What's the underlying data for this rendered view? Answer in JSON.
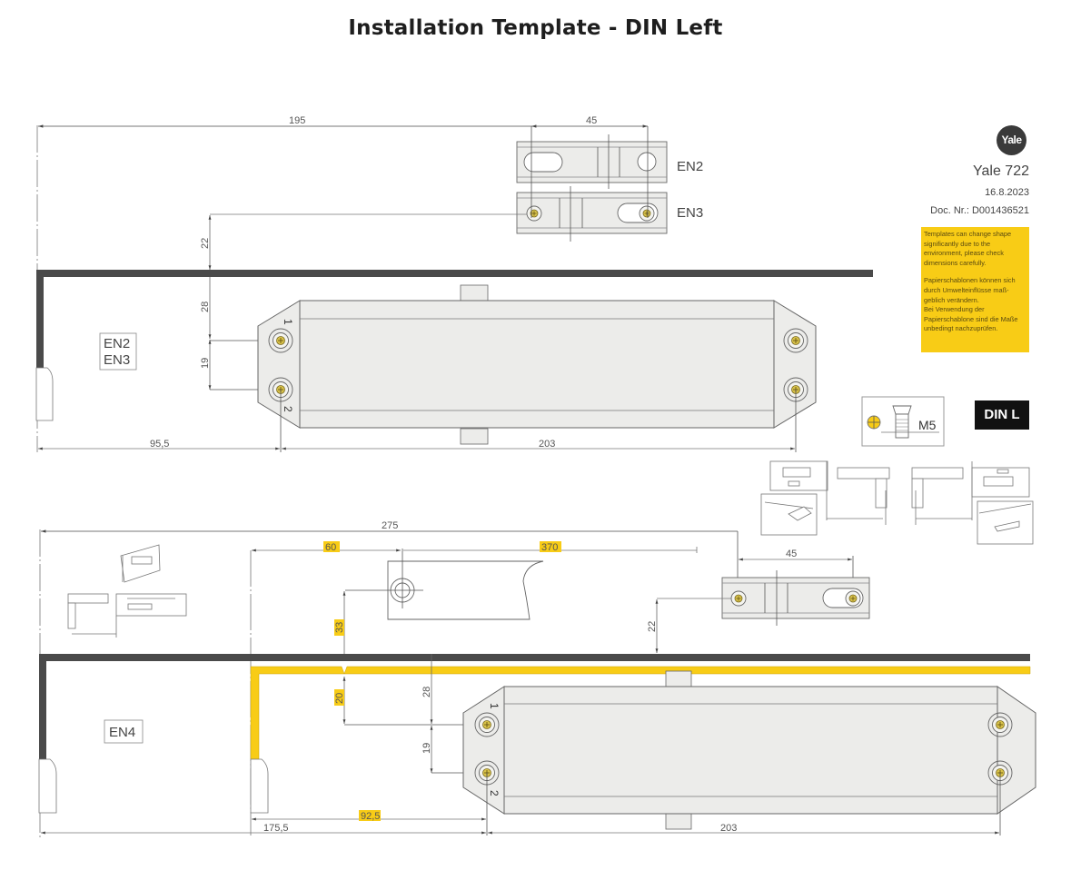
{
  "title": "Installation Template - DIN Left",
  "brand": {
    "logo_text": "Yale",
    "model": "Yale 722",
    "date": "16.8.2023",
    "doc_number": "Doc. Nr.: D001436521"
  },
  "warning_note": {
    "english": "Templates can change shape significantly due to the environment, please check dimensions carefully.",
    "german_1": "Papierschablonen können sich durch Umwelteinflüsse maß-geblich verändern.",
    "german_2": "Bei Verwendung der Papierschablone sind die Maße unbedingt nachzuprüfen."
  },
  "badges": {
    "din": "DIN L",
    "screw": "M5"
  },
  "colors": {
    "highlight_yellow": "#f8cc16",
    "wall_dark": "#4a4a4a",
    "body_grey": "#ececea",
    "screw_gold": "#d8c24a"
  },
  "top_section": {
    "mount_labels": [
      "EN2",
      "EN3"
    ],
    "arm_shoe_labels": {
      "en2": "EN2",
      "en3": "EN3"
    },
    "dimensions": {
      "overall": "195",
      "shoe_spacing": "45",
      "shoe_height": "22",
      "body_offset": "28",
      "hole_spacing": "19",
      "edge_to_hole": "95,5",
      "body_hole_span": "203"
    },
    "hole_numbers": [
      "1",
      "2"
    ]
  },
  "bottom_section": {
    "mount_label": "EN4",
    "dimensions": {
      "overall": "275",
      "bracket_offset": "60",
      "bracket_length": "370",
      "bracket_height": "33",
      "bracket_gap": "20",
      "shoe_spacing": "45",
      "shoe_height": "22",
      "body_offset": "28",
      "hole_spacing": "19",
      "edge_to_frame": "175,5",
      "frame_to_hole": "92,5",
      "body_hole_span": "203"
    },
    "hole_numbers": [
      "1",
      "2"
    ]
  }
}
